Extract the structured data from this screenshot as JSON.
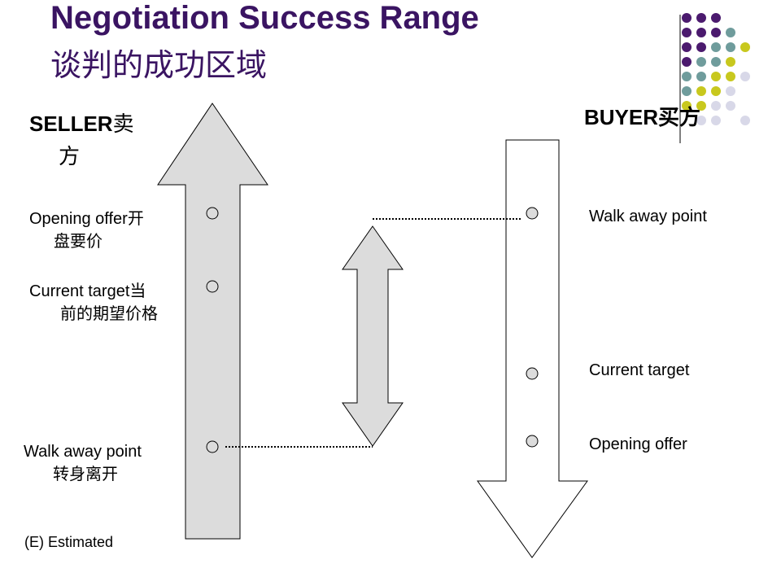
{
  "title": "Negotiation Success Range",
  "subtitle": "谈判的成功区域",
  "seller": {
    "heading_en": "SELLER",
    "heading_zh_1": "卖",
    "heading_zh_2": "方",
    "opening_offer_1": "Opening offer开",
    "opening_offer_2": "盘要价",
    "current_target_1": "Current target当",
    "current_target_2": "前的期望价格",
    "walk_away_1": "Walk away point",
    "walk_away_2": "转身离开"
  },
  "buyer": {
    "heading": "BUYER买方",
    "walk_away": "Walk away point",
    "current_target": "Current target",
    "opening_offer": "Opening offer"
  },
  "note": "(E) Estimated",
  "colors": {
    "title": "#3a1462",
    "arrow_fill": "#dcdcdc",
    "dot_purple": "#4b1a6e",
    "dot_teal": "#6f9c9c",
    "dot_olive": "#c8c81e",
    "dot_lavender": "#d8d8e8"
  }
}
